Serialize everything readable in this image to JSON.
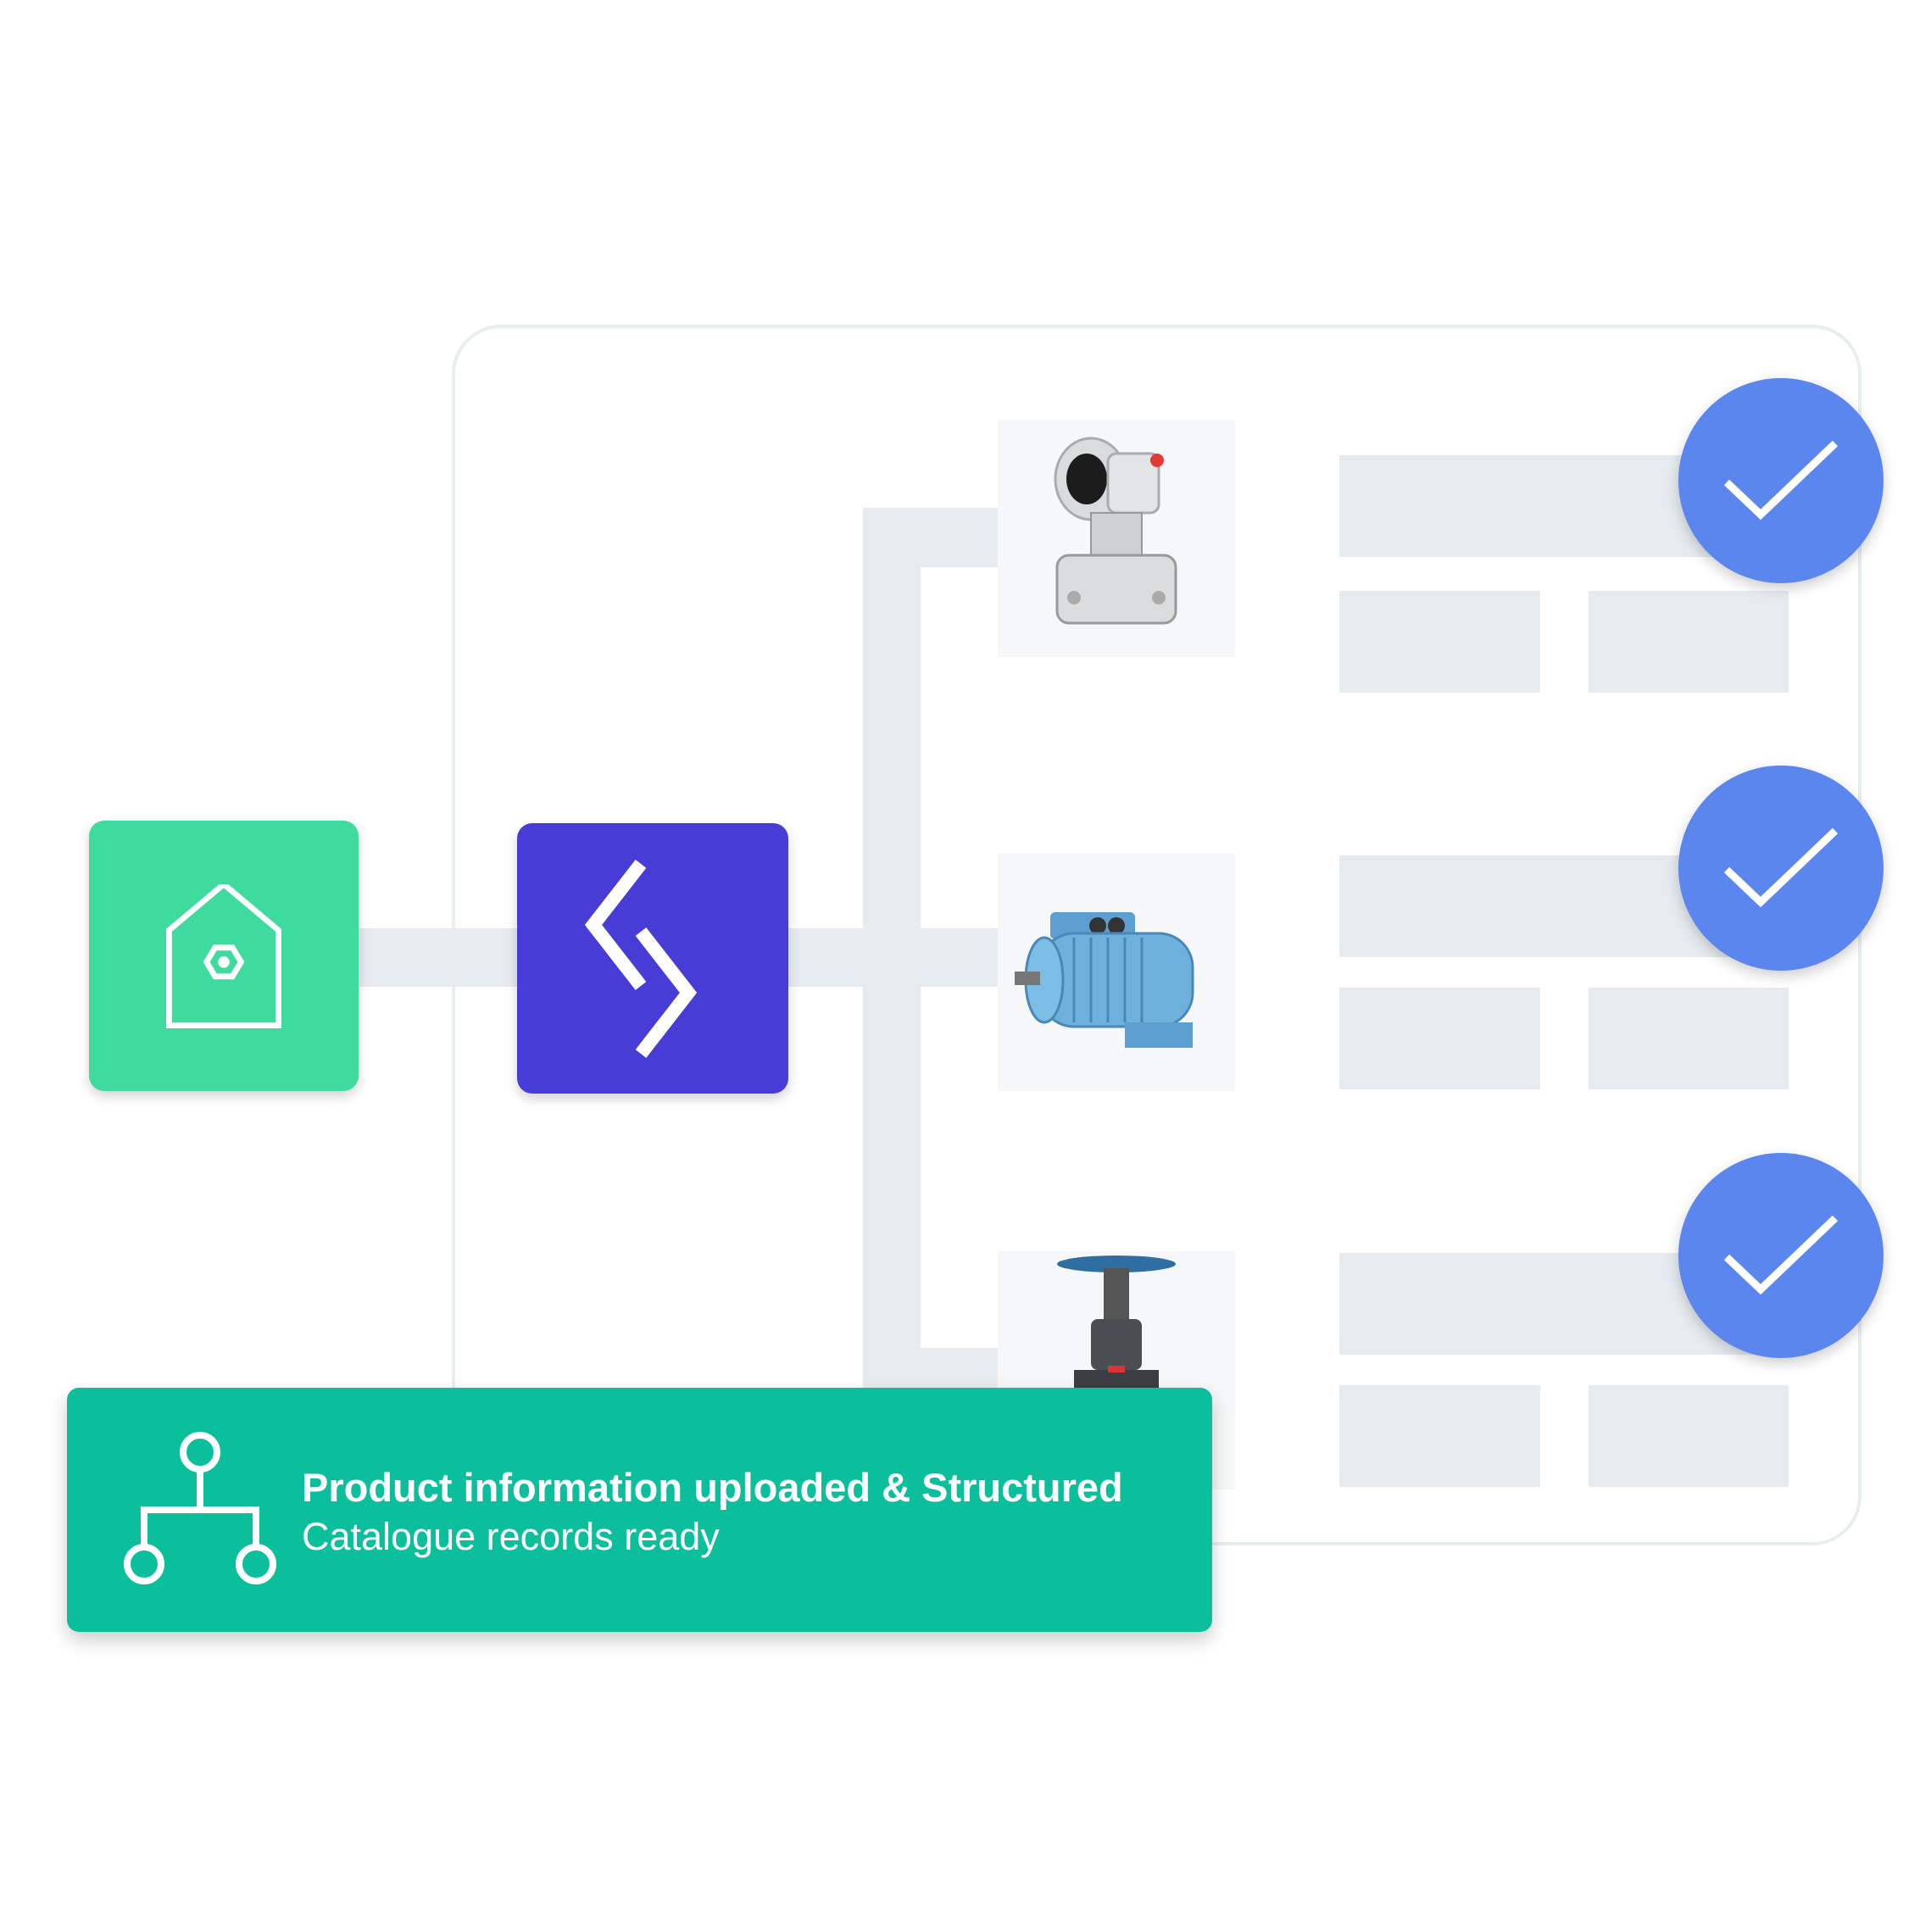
{
  "colors": {
    "source_tile": "#3fdb9e",
    "processor_tile": "#473cd6",
    "check": "#5b86ee",
    "banner": "#0cbf9c",
    "placeholder": "#e6ebef"
  },
  "source": {
    "icon": "tag-hexagon-icon"
  },
  "processor": {
    "icon": "logo-chevrons-icon"
  },
  "products": [
    {
      "name": "pressure-transmitter",
      "status": "check-icon"
    },
    {
      "name": "electric-motor",
      "status": "check-icon"
    },
    {
      "name": "gate-valve",
      "status": "check-icon"
    }
  ],
  "banner": {
    "icon": "hierarchy-icon",
    "title": "Product information uploaded & Structured",
    "subtitle": "Catalogue records ready"
  }
}
